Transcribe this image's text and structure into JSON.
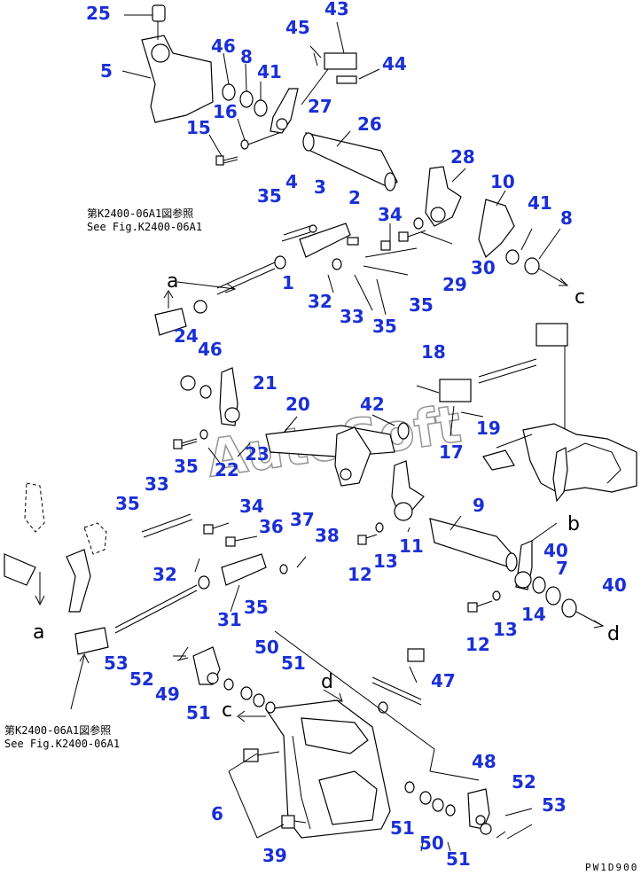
{
  "drawing_code": "PW1D900",
  "watermark": "AutoSoft",
  "notes": {
    "ref_top_line1": "第K2400-06A1図参照",
    "ref_top_line2": "See Fig.K2400-06A1",
    "ref_bottom_line1": "第K2400-06A1図参照",
    "ref_bottom_line2": "See Fig.K2400-06A1"
  },
  "connector_letters": {
    "a_top": "a",
    "a_bottom": "a",
    "b": "b",
    "c_right": "c",
    "c_left": "c",
    "d_right": "d",
    "d_bottom": "d"
  },
  "callouts": [
    {
      "id": "c25",
      "text": "25"
    },
    {
      "id": "c5",
      "text": "5"
    },
    {
      "id": "c46a",
      "text": "46"
    },
    {
      "id": "c8a",
      "text": "8"
    },
    {
      "id": "c41a",
      "text": "41"
    },
    {
      "id": "c16",
      "text": "16"
    },
    {
      "id": "c15",
      "text": "15"
    },
    {
      "id": "c45",
      "text": "45"
    },
    {
      "id": "c43",
      "text": "43"
    },
    {
      "id": "c44",
      "text": "44"
    },
    {
      "id": "c27",
      "text": "27"
    },
    {
      "id": "c26",
      "text": "26"
    },
    {
      "id": "c28",
      "text": "28"
    },
    {
      "id": "c10",
      "text": "10"
    },
    {
      "id": "c41b",
      "text": "41"
    },
    {
      "id": "c8b",
      "text": "8"
    },
    {
      "id": "c4",
      "text": "4"
    },
    {
      "id": "c3",
      "text": "3"
    },
    {
      "id": "c35a",
      "text": "35"
    },
    {
      "id": "c2",
      "text": "2"
    },
    {
      "id": "c34a",
      "text": "34"
    },
    {
      "id": "c30",
      "text": "30"
    },
    {
      "id": "c29",
      "text": "29"
    },
    {
      "id": "c1",
      "text": "1"
    },
    {
      "id": "c32a",
      "text": "32"
    },
    {
      "id": "c33a",
      "text": "33"
    },
    {
      "id": "c35b",
      "text": "35"
    },
    {
      "id": "c35c",
      "text": "35"
    },
    {
      "id": "c24",
      "text": "24"
    },
    {
      "id": "c46b",
      "text": "46"
    },
    {
      "id": "c18",
      "text": "18"
    },
    {
      "id": "c21",
      "text": "21"
    },
    {
      "id": "c20",
      "text": "20"
    },
    {
      "id": "c42",
      "text": "42"
    },
    {
      "id": "c19",
      "text": "19"
    },
    {
      "id": "c17",
      "text": "17"
    },
    {
      "id": "c23",
      "text": "23"
    },
    {
      "id": "c22",
      "text": "22"
    },
    {
      "id": "c35d",
      "text": "35"
    },
    {
      "id": "c33b",
      "text": "33"
    },
    {
      "id": "c35e",
      "text": "35"
    },
    {
      "id": "c34b",
      "text": "34"
    },
    {
      "id": "c36",
      "text": "36"
    },
    {
      "id": "c37",
      "text": "37"
    },
    {
      "id": "c38",
      "text": "38"
    },
    {
      "id": "c9",
      "text": "9"
    },
    {
      "id": "c12a",
      "text": "12"
    },
    {
      "id": "c13a",
      "text": "13"
    },
    {
      "id": "c11",
      "text": "11"
    },
    {
      "id": "c32b",
      "text": "32"
    },
    {
      "id": "c31",
      "text": "31"
    },
    {
      "id": "c35f",
      "text": "35"
    },
    {
      "id": "c40a",
      "text": "40"
    },
    {
      "id": "c7",
      "text": "7"
    },
    {
      "id": "c40b",
      "text": "40"
    },
    {
      "id": "c14",
      "text": "14"
    },
    {
      "id": "c13b",
      "text": "13"
    },
    {
      "id": "c12b",
      "text": "12"
    },
    {
      "id": "c50a",
      "text": "50"
    },
    {
      "id": "c51a",
      "text": "51"
    },
    {
      "id": "c53a",
      "text": "53"
    },
    {
      "id": "c52a",
      "text": "52"
    },
    {
      "id": "c49",
      "text": "49"
    },
    {
      "id": "c51b",
      "text": "51"
    },
    {
      "id": "c47",
      "text": "47"
    },
    {
      "id": "c48",
      "text": "48"
    },
    {
      "id": "c52b",
      "text": "52"
    },
    {
      "id": "c53b",
      "text": "53"
    },
    {
      "id": "c6",
      "text": "6"
    },
    {
      "id": "c51c",
      "text": "51"
    },
    {
      "id": "c50b",
      "text": "50"
    },
    {
      "id": "c51d",
      "text": "51"
    },
    {
      "id": "c39",
      "text": "39"
    }
  ]
}
